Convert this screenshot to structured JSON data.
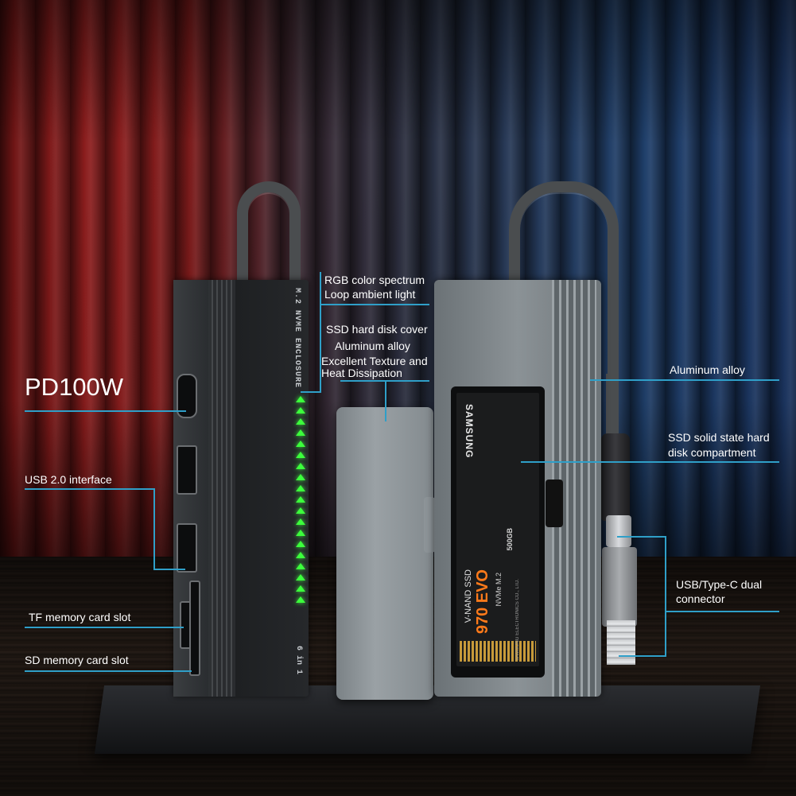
{
  "callouts": {
    "pd": "PD100W",
    "usb2": "USB 2.0 interface",
    "tf": "TF memory card slot",
    "sd": "SD memory card slot",
    "rgb_1": "RGB color spectrum",
    "rgb_2": "Loop ambient light",
    "cover_1": "SSD hard disk cover",
    "cover_2": "Aluminum alloy",
    "cover_3": "Excellent Texture and",
    "cover_4": "Heat Dissipation",
    "alloy": "Aluminum alloy",
    "compartment_1": "SSD solid state hard",
    "compartment_2": "disk compartment",
    "dual_1": "USB/Type-C dual",
    "dual_2": "connector"
  },
  "device_print": {
    "enclosure": "M.2 NVME ENCLOSURE",
    "ports": "6 in 1"
  },
  "ssd_print": {
    "brand": "SAMSUNG",
    "type": "V-NAND SSD",
    "model": "970 EVO",
    "interface": "NVMe M.2",
    "capacity": "500GB",
    "maker": "SAMSUNG ELECTRONICS CO., LTD."
  },
  "colors": {
    "callout_line": "#2f9fc8",
    "led": "#3cff3c",
    "ssd_accent": "#ff7a1a"
  },
  "led_count": 19
}
